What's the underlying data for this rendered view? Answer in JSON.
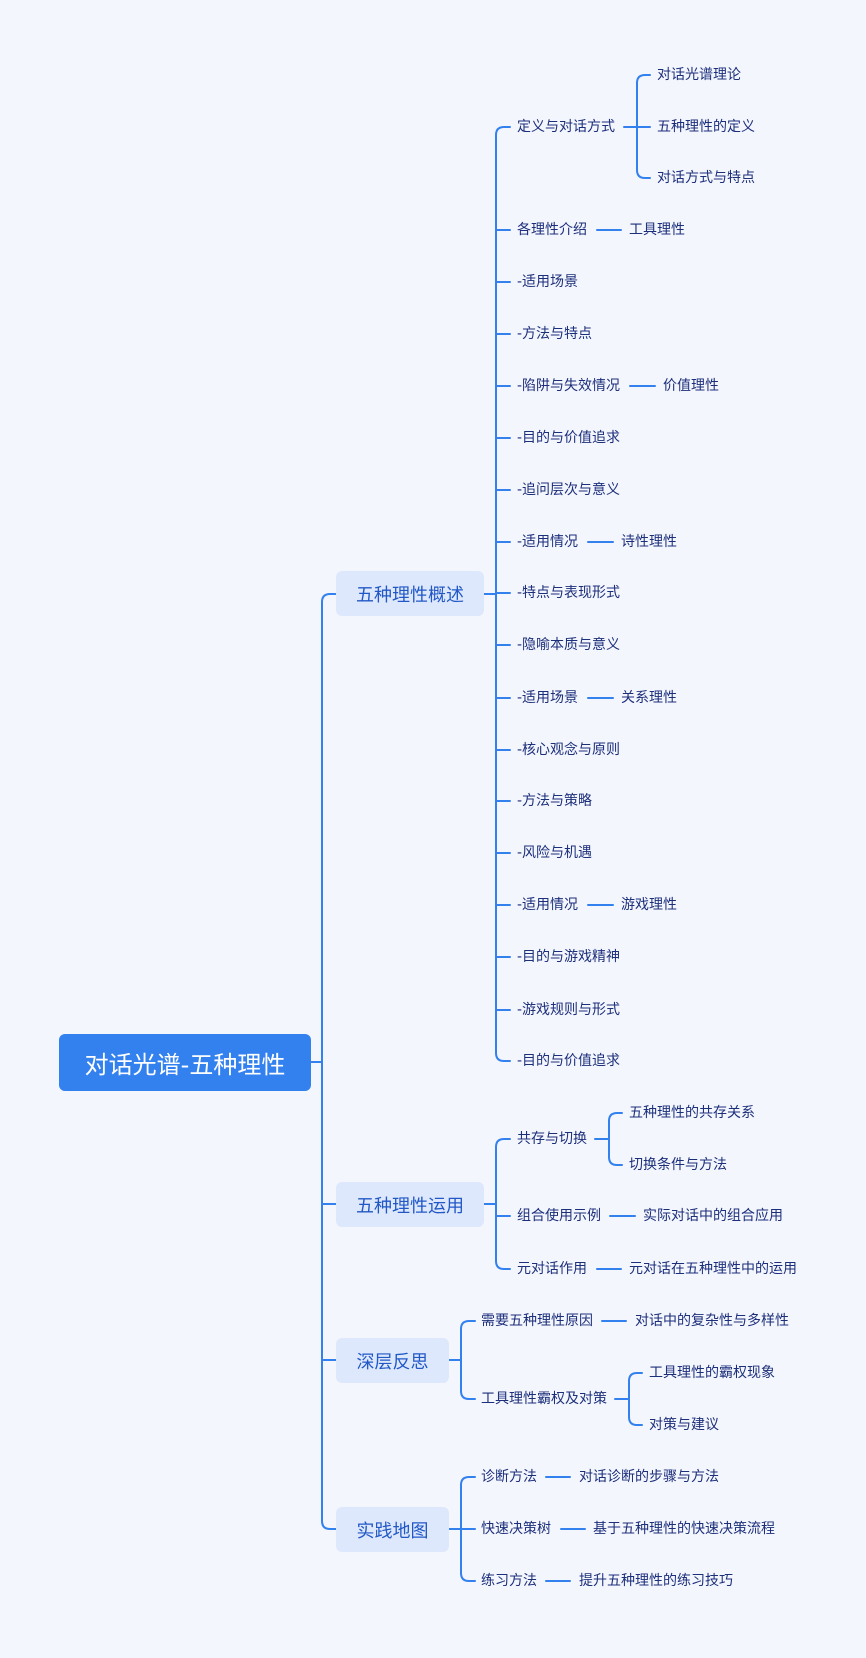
{
  "root": "对话光谱-五种理性",
  "colors": {
    "accent": "#3381ee",
    "background": "#f4f6fe",
    "branch_fill": "#dee8fc"
  },
  "branches": [
    {
      "label": "五种理性概述",
      "items": [
        {
          "label": "定义与对话方式",
          "children": [
            "对话光谱理论",
            "五种理性的定义",
            "对话方式与特点"
          ]
        },
        {
          "label": "各理性介绍",
          "children": [
            "工具理性"
          ]
        },
        {
          "label": "-适用场景"
        },
        {
          "label": "-方法与特点"
        },
        {
          "label": "-陷阱与失效情况",
          "children": [
            "价值理性"
          ]
        },
        {
          "label": "-目的与价值追求"
        },
        {
          "label": "-追问层次与意义"
        },
        {
          "label": "-适用情况",
          "children": [
            "诗性理性"
          ]
        },
        {
          "label": "-特点与表现形式"
        },
        {
          "label": "-隐喻本质与意义"
        },
        {
          "label": "-适用场景",
          "children": [
            "关系理性"
          ]
        },
        {
          "label": "-核心观念与原则"
        },
        {
          "label": "-方法与策略"
        },
        {
          "label": "-风险与机遇"
        },
        {
          "label": "-适用情况",
          "children": [
            "游戏理性"
          ]
        },
        {
          "label": "-目的与游戏精神"
        },
        {
          "label": "-游戏规则与形式"
        },
        {
          "label": "-目的与价值追求"
        }
      ]
    },
    {
      "label": "五种理性运用",
      "items": [
        {
          "label": "共存与切换",
          "children": [
            "五种理性的共存关系",
            "切换条件与方法"
          ]
        },
        {
          "label": "组合使用示例",
          "children": [
            "实际对话中的组合应用"
          ]
        },
        {
          "label": "元对话作用",
          "children": [
            "元对话在五种理性中的运用"
          ]
        }
      ]
    },
    {
      "label": "深层反思",
      "items": [
        {
          "label": "需要五种理性原因",
          "children": [
            "对话中的复杂性与多样性"
          ]
        },
        {
          "label": "工具理性霸权及对策",
          "children": [
            "工具理性的霸权现象",
            "对策与建议"
          ]
        }
      ]
    },
    {
      "label": "实践地图",
      "items": [
        {
          "label": "诊断方法",
          "children": [
            "对话诊断的步骤与方法"
          ]
        },
        {
          "label": "快速决策树",
          "children": [
            "基于五种理性的快速决策流程"
          ]
        },
        {
          "label": "练习方法",
          "children": [
            "提升五种理性的练习技巧"
          ]
        }
      ]
    }
  ]
}
